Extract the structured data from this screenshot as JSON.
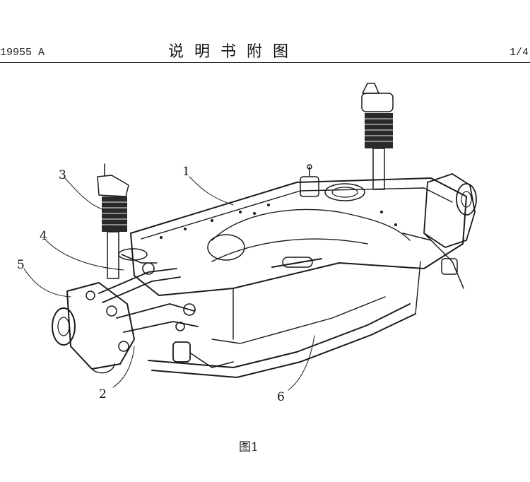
{
  "header": {
    "doc_number": "19955 A",
    "title": "说明书附图",
    "page": "1/4"
  },
  "figure": {
    "caption": "图1",
    "reference_numerals": [
      "1",
      "2",
      "3",
      "4",
      "5",
      "6"
    ]
  }
}
